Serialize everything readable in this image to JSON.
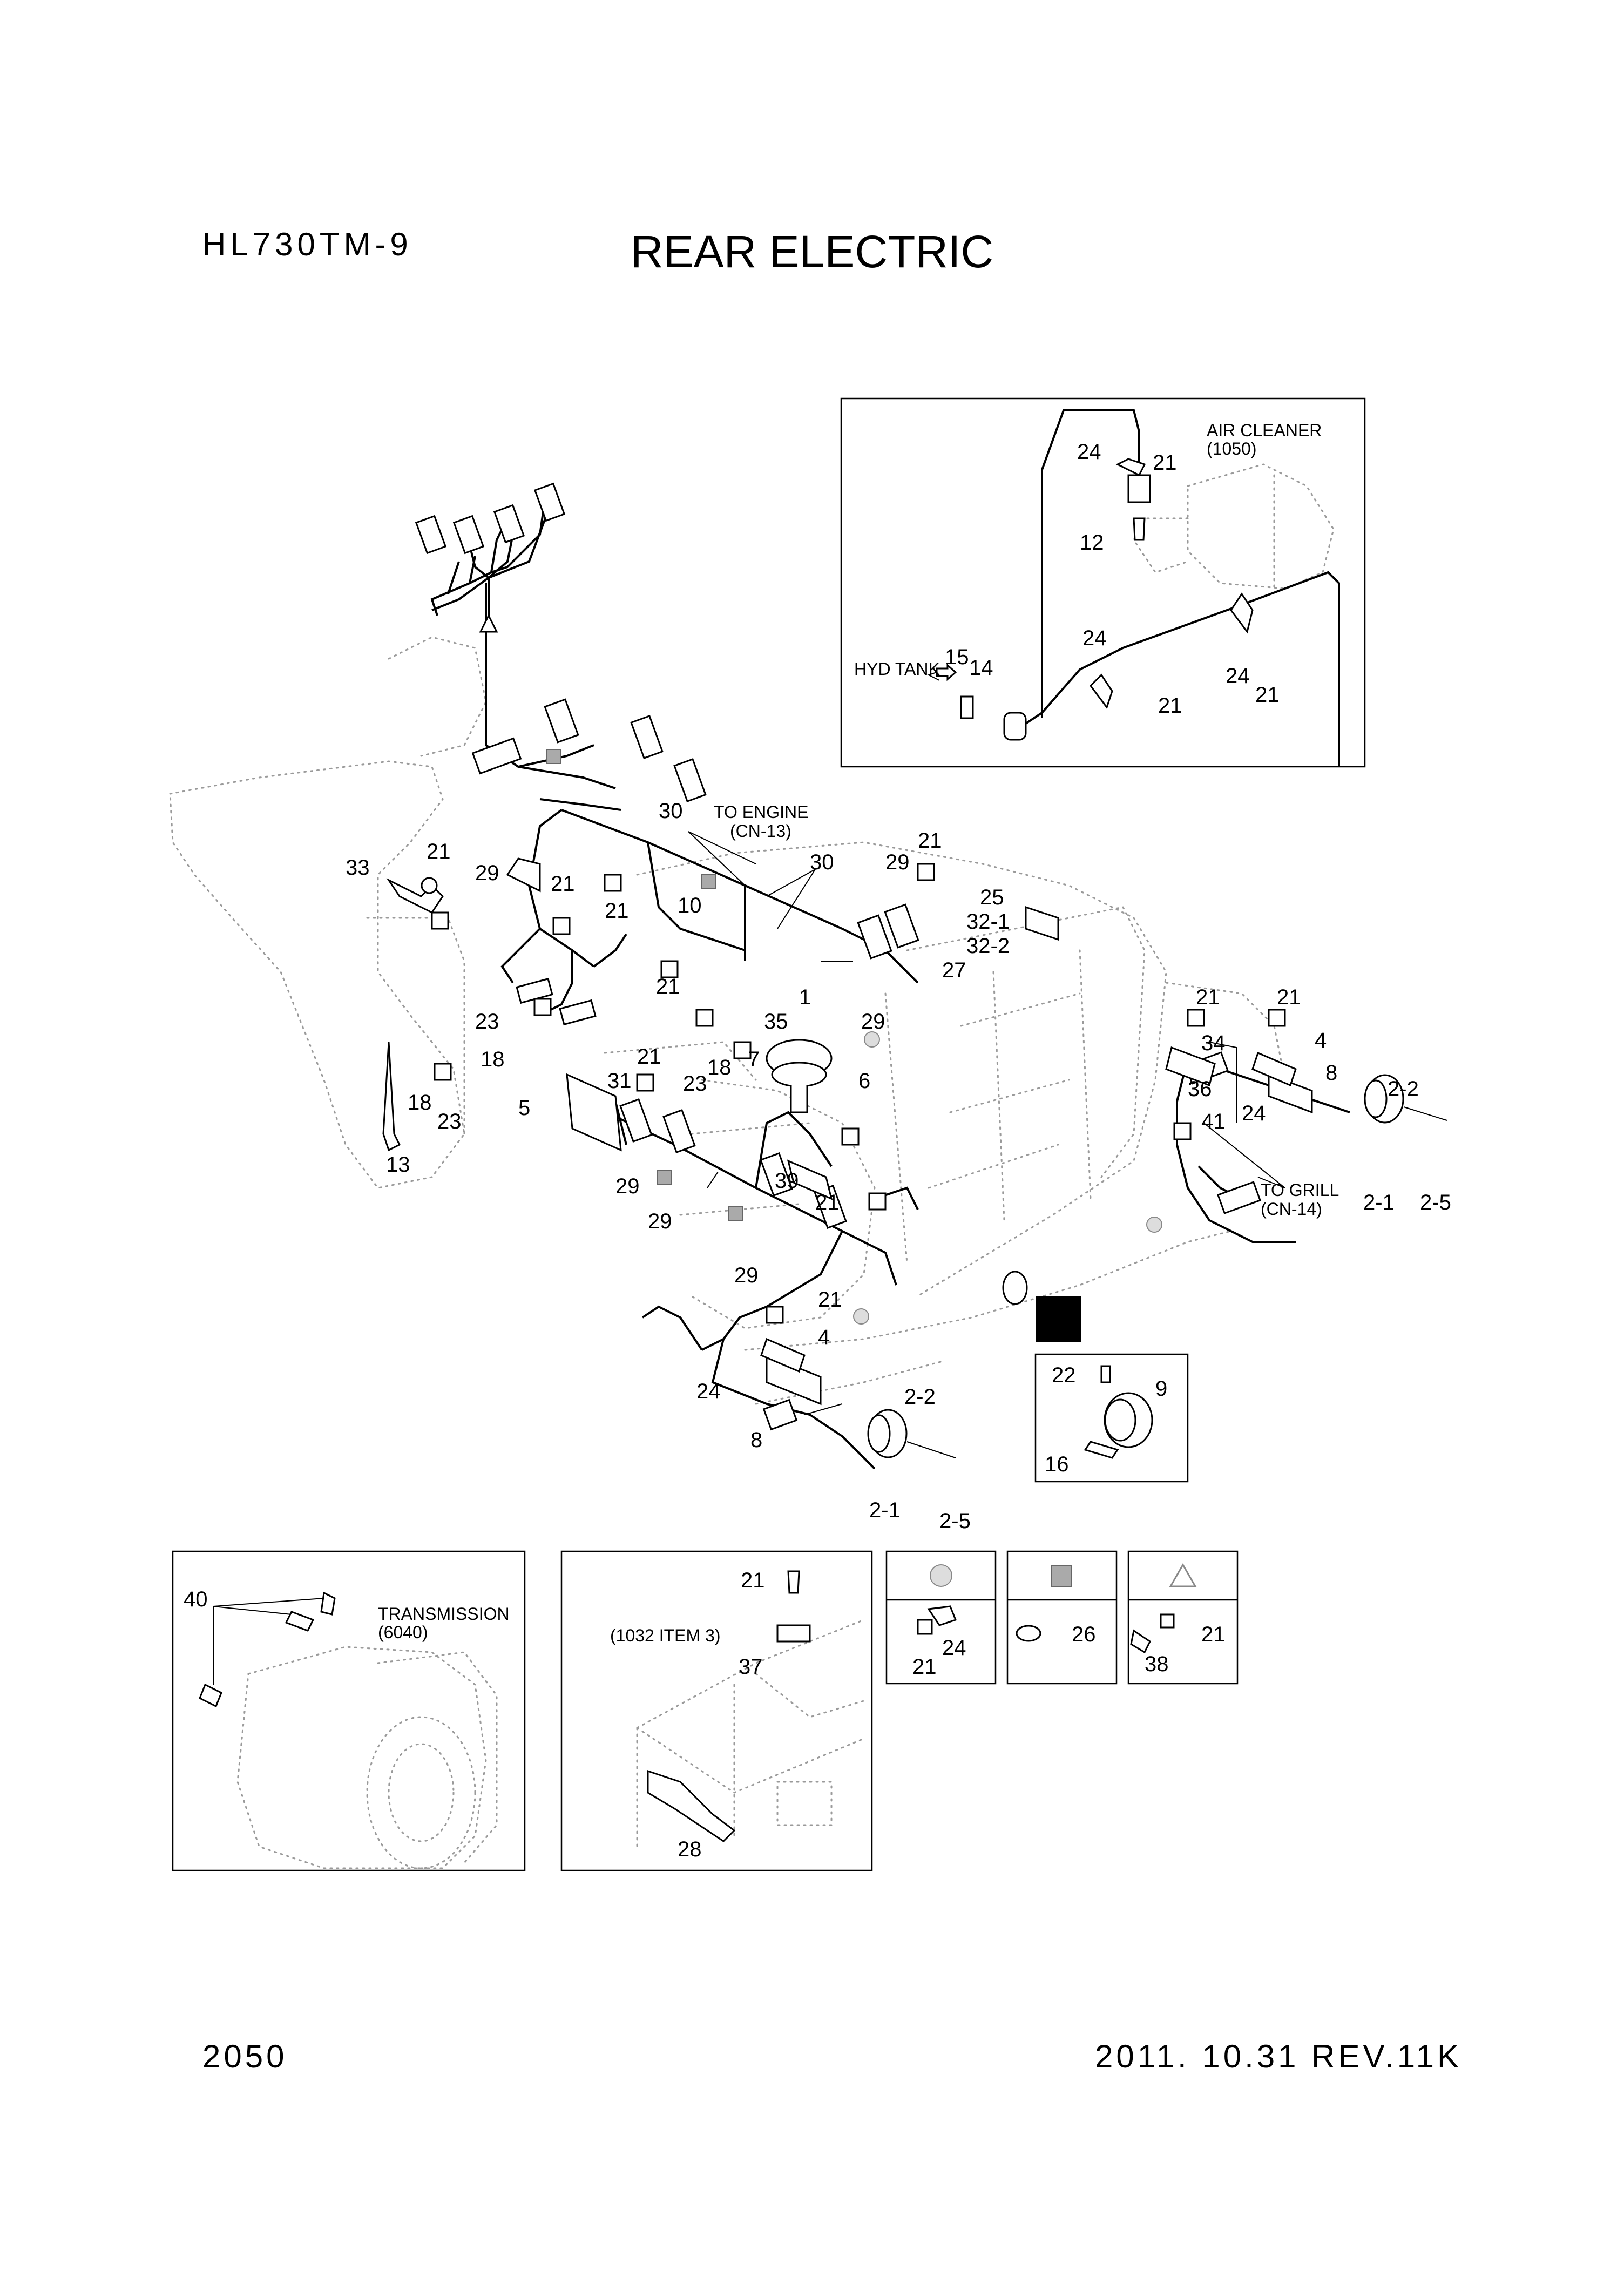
{
  "header": {
    "model": "HL730TM-9",
    "title": "REAR ELECTRIC"
  },
  "footer": {
    "page_number": "2050",
    "revision": "2011. 10.31 REV.11K"
  },
  "notes": {
    "air_cleaner": "AIR CLEANER",
    "air_cleaner_ref": "(1050)",
    "hyd_tank": "HYD TANK",
    "to_engine": "TO ENGINE",
    "to_engine_ref": "(CN-13)",
    "to_grill": "TO GRILL",
    "to_grill_ref": "(CN-14)",
    "transmission": "TRANSMISSION",
    "transmission_ref": "(6040)",
    "item_ref": "(1032 ITEM 3)"
  },
  "callouts": {
    "c1": "24",
    "c2": "21",
    "c3": "12",
    "c4": "24",
    "c5": "15",
    "c6": "14",
    "c7": "24",
    "c8": "21",
    "c9": "21",
    "m1": "30",
    "m2": "21",
    "m3": "33",
    "m4": "29",
    "m5": "21",
    "m6": "21",
    "m7": "10",
    "m8": "30",
    "m9": "29",
    "m10": "21",
    "m11": "25",
    "m12": "32-1",
    "m13": "32-2",
    "m14": "21",
    "m15": "27",
    "m16": "1",
    "m17": "29",
    "m18": "23",
    "m19": "35",
    "m20": "18",
    "m21": "21",
    "m22": "31",
    "m23": "23",
    "m24": "18",
    "m25": "7",
    "m26": "6",
    "m27": "5",
    "m28": "18",
    "m29": "23",
    "m30": "13",
    "m31": "29",
    "m32": "39",
    "m33": "21",
    "m34": "29",
    "m35": "29",
    "r1": "21",
    "r2": "21",
    "r3": "34",
    "r4": "4",
    "r5": "8",
    "r6": "36",
    "r7": "2-2",
    "r8": "24",
    "r9": "41",
    "r10": "2-1",
    "r11": "2-5",
    "b1": "21",
    "b2": "4",
    "b3": "24",
    "b4": "2-2",
    "b5": "8",
    "b6": "2-1",
    "b7": "2-5",
    "d1": "22",
    "d2": "9",
    "d3": "16",
    "t1": "40",
    "u1": "21",
    "u2": "37",
    "u3": "28",
    "k1": "24",
    "k2": "21",
    "k3": "26",
    "k4": "21",
    "k5": "38"
  },
  "legend": [
    {
      "symbol": "circle",
      "label_a": "24",
      "label_b": "21"
    },
    {
      "symbol": "square",
      "label_a": "26"
    },
    {
      "symbol": "triangle",
      "label_a": "21",
      "label_b": "38"
    }
  ]
}
